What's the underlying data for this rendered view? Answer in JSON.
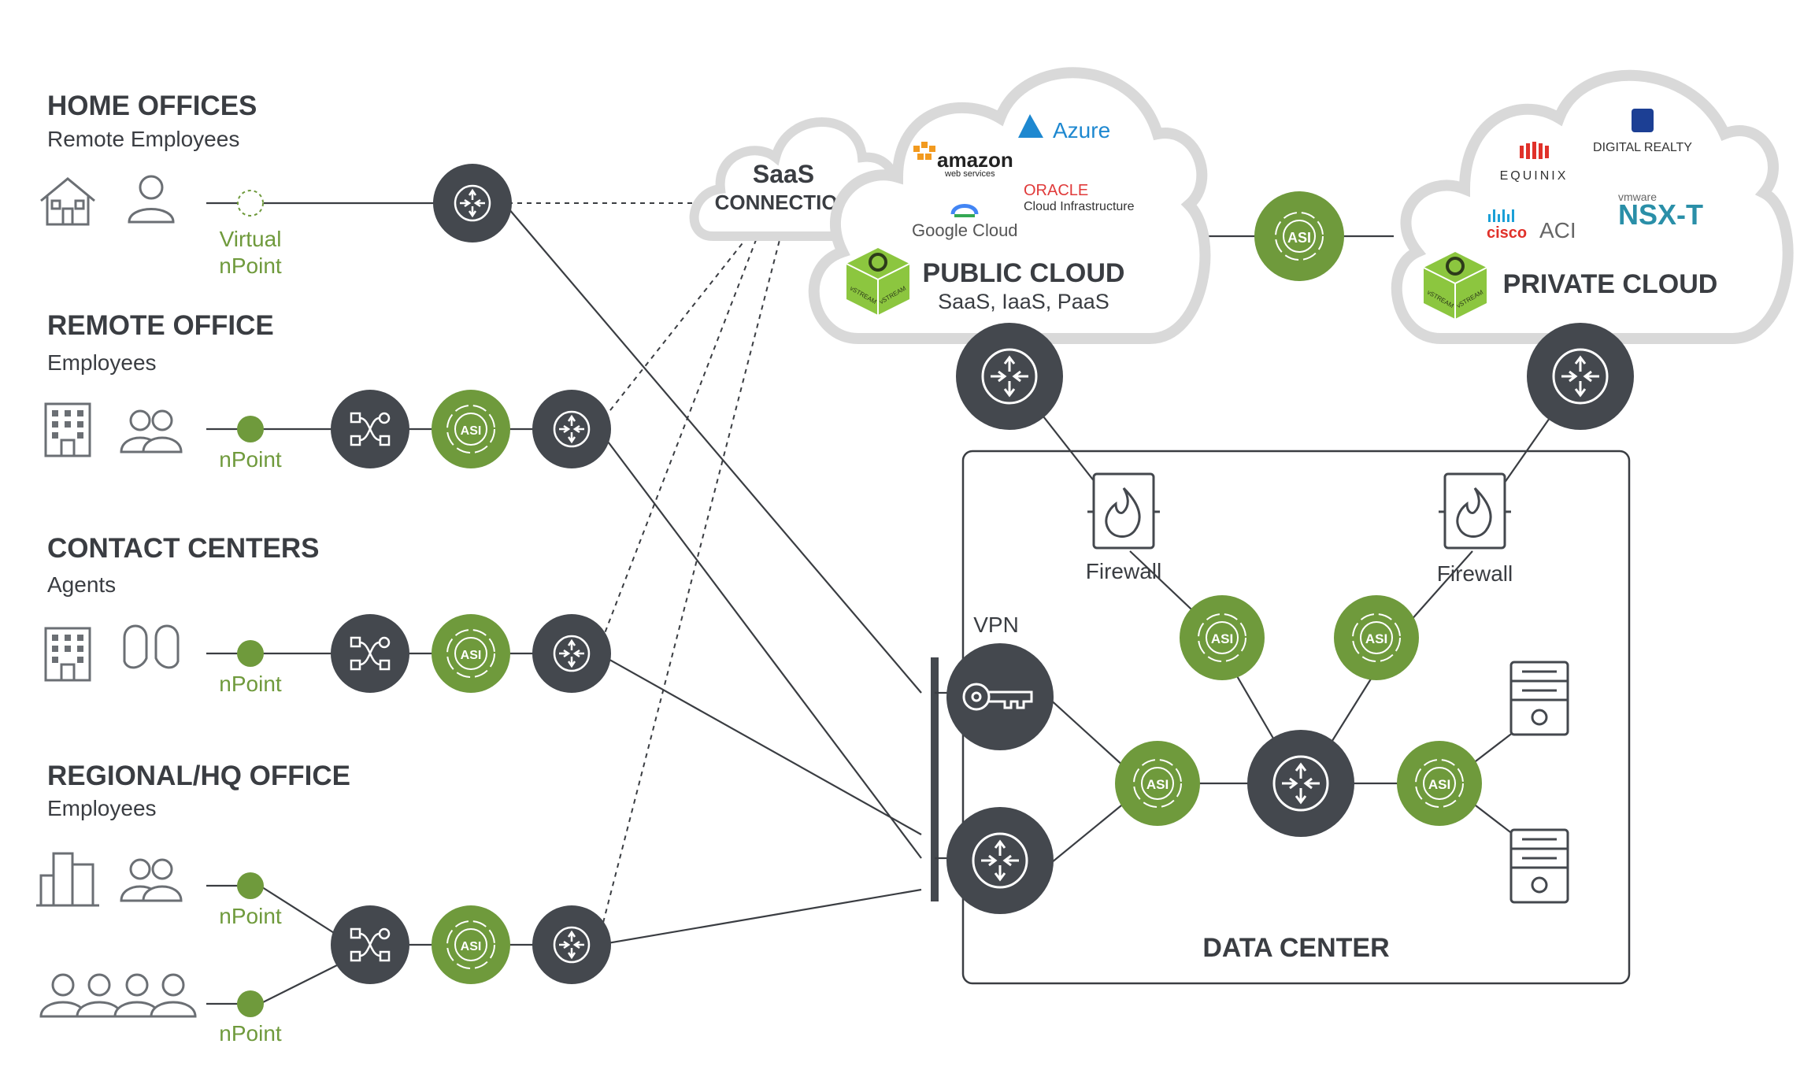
{
  "sites": {
    "home": {
      "title": "HOME OFFICES",
      "subtitle": "Remote Employees",
      "endpoint_line1": "Virtual",
      "endpoint_line2": "nPoint"
    },
    "remote": {
      "title": "REMOTE OFFICE",
      "subtitle": "Employees",
      "endpoint": "nPoint"
    },
    "contact": {
      "title": "CONTACT CENTERS",
      "subtitle": "Agents",
      "endpoint": "nPoint"
    },
    "regional": {
      "title": "REGIONAL/HQ OFFICE",
      "subtitle": "Employees",
      "endpoint_a": "nPoint",
      "endpoint_b": "nPoint"
    }
  },
  "saas": {
    "line1": "SaaS",
    "line2": "CONNECTION"
  },
  "public_cloud": {
    "title": "PUBLIC CLOUD",
    "subtitle": "SaaS, IaaS, PaaS",
    "providers": {
      "amazon": "amazon",
      "amazon_sub": "web services",
      "azure": "Azure",
      "oracle": "ORACLE",
      "oracle_sub": "Cloud Infrastructure",
      "google": "Google Cloud"
    }
  },
  "private_cloud": {
    "title": "PRIVATE CLOUD",
    "providers": {
      "digital_realty": "DIGITAL REALTY",
      "equinix": "EQUINIX",
      "cisco": "cisco",
      "aci": "ACI",
      "vmware": "vmware",
      "nsx": "NSX-T"
    }
  },
  "badges": {
    "vstream": "vSTREAM",
    "asi": "ASI"
  },
  "datacenter": {
    "title": "DATA CENTER",
    "vpn": "VPN",
    "firewall_left": "Firewall",
    "firewall_right": "Firewall"
  },
  "colors": {
    "dark": "#44484e",
    "green": "#6f9a3c",
    "cloud_stroke": "#d9d9d9",
    "text": "#3a3d42"
  }
}
